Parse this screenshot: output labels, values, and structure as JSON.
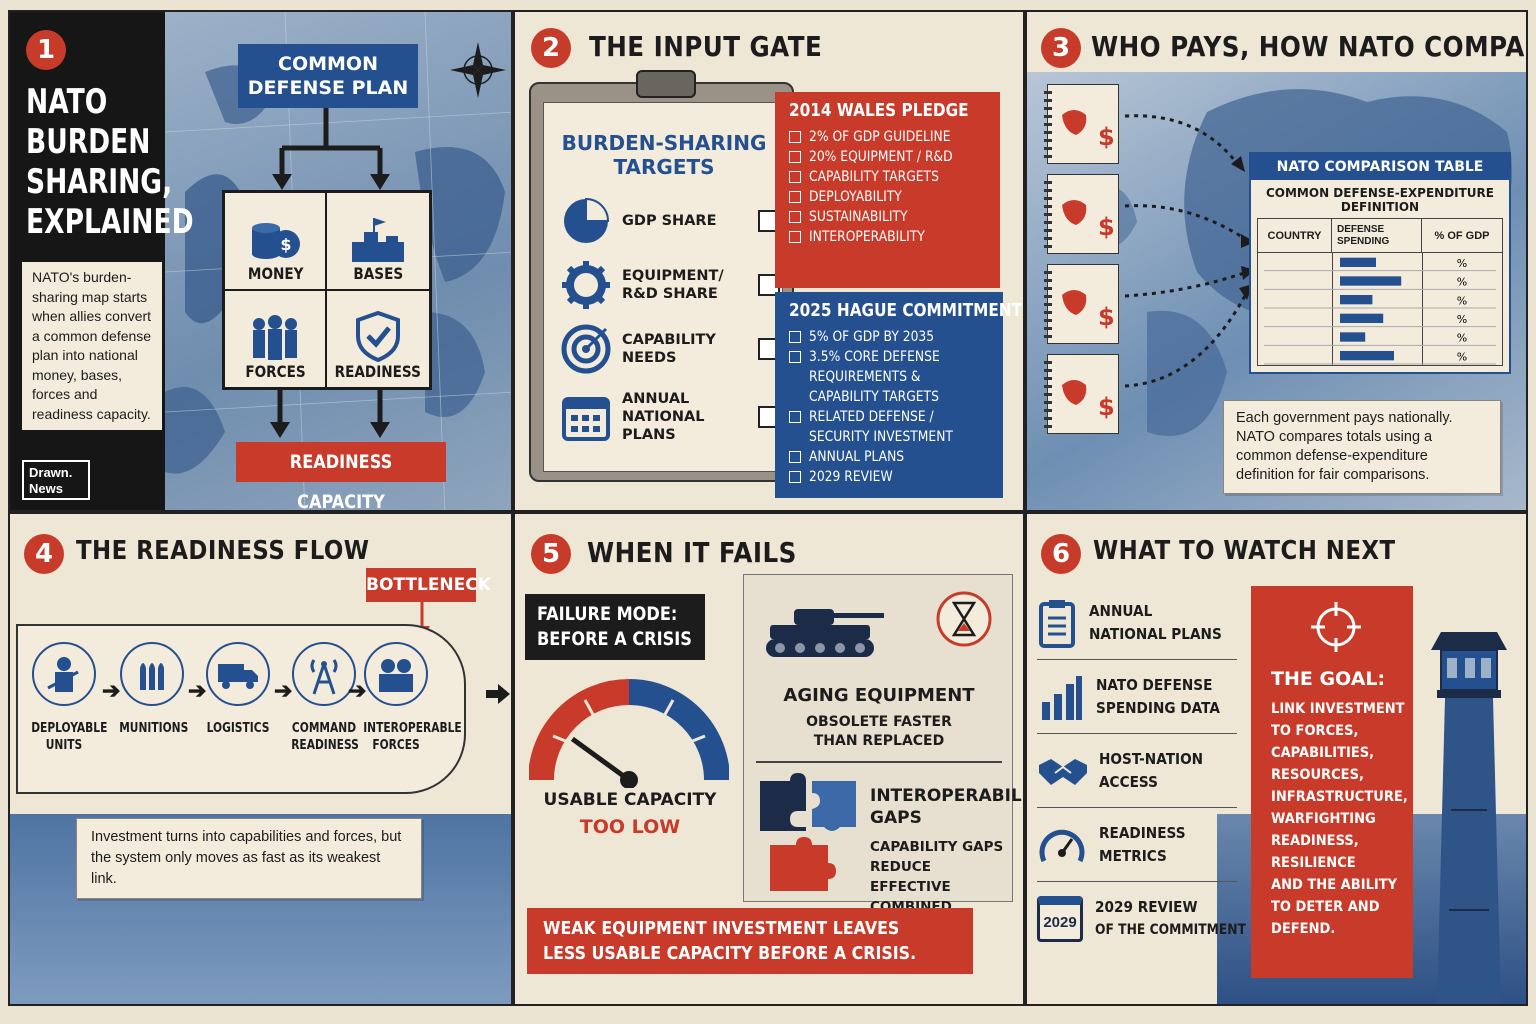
{
  "panel1": {
    "number": "1",
    "title_lines": [
      "NATO",
      "BURDEN",
      "SHARING,",
      "EXPLAINED"
    ],
    "note": "NATO's burden-sharing map starts when allies convert a common defense plan into national money, bases, forces and readiness capacity.",
    "logo_line1": "Drawn.",
    "logo_line2": "News",
    "plan_line1": "COMMON",
    "plan_line2": "DEFENSE PLAN",
    "cells": [
      "MONEY",
      "BASES",
      "FORCES",
      "READINESS"
    ],
    "output": "READINESS CAPACITY"
  },
  "panel2": {
    "number": "2",
    "title": "THE INPUT GATE",
    "clipboard_title_line1": "BURDEN-SHARING",
    "clipboard_title_line2": "TARGETS",
    "rows": [
      {
        "label": "GDP SHARE",
        "icon": "pie-chart-icon"
      },
      {
        "label": "EQUIPMENT/ R&D SHARE",
        "icon": "gear-icon"
      },
      {
        "label": "CAPABILITY NEEDS",
        "icon": "target-icon"
      },
      {
        "label": "ANNUAL NATIONAL PLANS",
        "icon": "calendar-icon"
      }
    ],
    "wales_title": "2014 WALES PLEDGE",
    "wales_items": [
      "2% OF GDP GUIDELINE",
      "20% EQUIPMENT / R&D",
      "CAPABILITY TARGETS",
      "DEPLOYABILITY",
      "SUSTAINABILITY",
      "INTEROPERABILITY"
    ],
    "hague_title": "2025 HAGUE COMMITMENT",
    "hague_items": [
      "5% OF GDP BY 2035",
      "3.5% CORE DEFENSE REQUIREMENTS & CAPABILITY TARGETS",
      "RELATED DEFENSE / SECURITY INVESTMENT",
      "ANNUAL PLANS",
      "2029 REVIEW"
    ]
  },
  "panel3": {
    "number": "3",
    "title": "WHO PAYS, HOW NATO COMPARES",
    "table_title": "NATO COMPARISON TABLE",
    "table_subtitle_line1": "COMMON DEFENSE-EXPENDITURE",
    "table_subtitle_line2": "DEFINITION",
    "col_country": "COUNTRY",
    "col_spending": "DEFENSE SPENDING",
    "col_gdp": "% OF GDP",
    "bars": [
      0.5,
      0.85,
      0.45,
      0.6,
      0.35,
      0.75
    ],
    "pct_symbol": "%",
    "note": "Each government pays nationally. NATO compares totals using a common defense-expenditure definition for fair comparisons."
  },
  "panel4": {
    "number": "4",
    "title": "THE READINESS FLOW",
    "bottleneck": "BOTTLENECK",
    "steps": [
      "DEPLOYABLE UNITS",
      "MUNITIONS",
      "LOGISTICS",
      "COMMAND READINESS",
      "INTEROPERABLE FORCES"
    ],
    "note": "Investment turns into capabilities and forces, but the system only moves as fast as its weakest link."
  },
  "panel5": {
    "number": "5",
    "title": "WHEN IT FAILS",
    "failure_line1": "FAILURE MODE:",
    "failure_line2": "BEFORE A CRISIS",
    "gauge_label": "USABLE CAPACITY",
    "gauge_value": "TOO LOW",
    "gauge_level": 0.2,
    "aging_title": "AGING EQUIPMENT",
    "aging_text_line1": "OBSOLETE FASTER",
    "aging_text_line2": "THAN REPLACED",
    "interop_title_line1": "INTEROPERABILITY",
    "interop_title_line2": "GAPS",
    "interop_text_line1": "CAPABILITY GAPS",
    "interop_text_line2": "REDUCE EFFECTIVE",
    "interop_text_line3": "COMBINED POWER",
    "warning_line1": "WEAK EQUIPMENT INVESTMENT LEAVES",
    "warning_line2": "LESS USABLE CAPACITY BEFORE A CRISIS."
  },
  "panel6": {
    "number": "6",
    "title": "WHAT TO WATCH NEXT",
    "items": [
      {
        "line1": "ANNUAL",
        "line2": "NATIONAL PLANS"
      },
      {
        "line1": "NATO DEFENSE",
        "line2": "SPENDING DATA"
      },
      {
        "line1": "HOST-NATION",
        "line2": "ACCESS"
      },
      {
        "line1": "READINESS",
        "line2": "METRICS"
      },
      {
        "line1": "2029 REVIEW",
        "line2": "OF THE COMMITMENT"
      }
    ],
    "calendar_year": "2029",
    "goal_title": "THE GOAL:",
    "goal_lines": [
      "LINK INVESTMENT",
      "TO FORCES,",
      "CAPABILITIES,",
      "RESOURCES,",
      "INFRASTRUCTURE,",
      "WARFIGHTING",
      "READINESS,",
      "RESILIENCE",
      "AND THE ABILITY",
      "TO DETER AND",
      "DEFEND."
    ]
  },
  "colors": {
    "red": "#c83a29",
    "blue": "#24508f",
    "paper": "#f3ecdc",
    "ink": "#1c1c1c"
  }
}
